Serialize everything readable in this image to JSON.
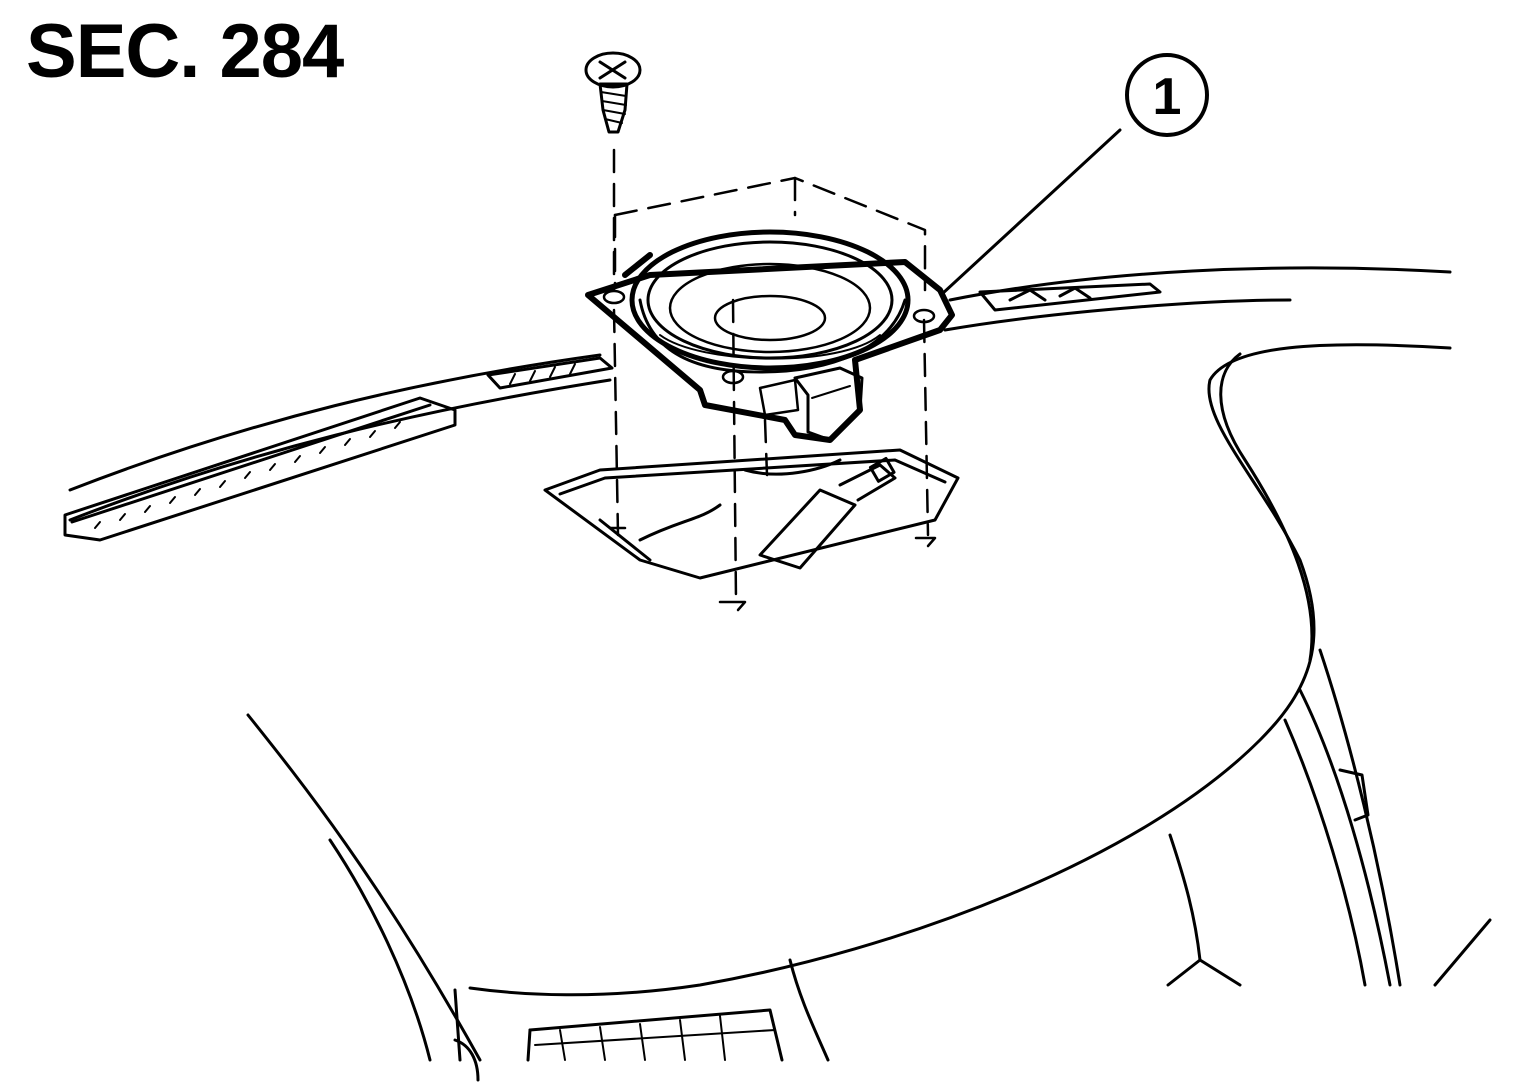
{
  "header": {
    "section_label": "SEC. 284"
  },
  "callouts": [
    {
      "number": "1",
      "part": "speaker"
    }
  ],
  "colors": {
    "ink": "#000000",
    "paper": "#ffffff"
  }
}
